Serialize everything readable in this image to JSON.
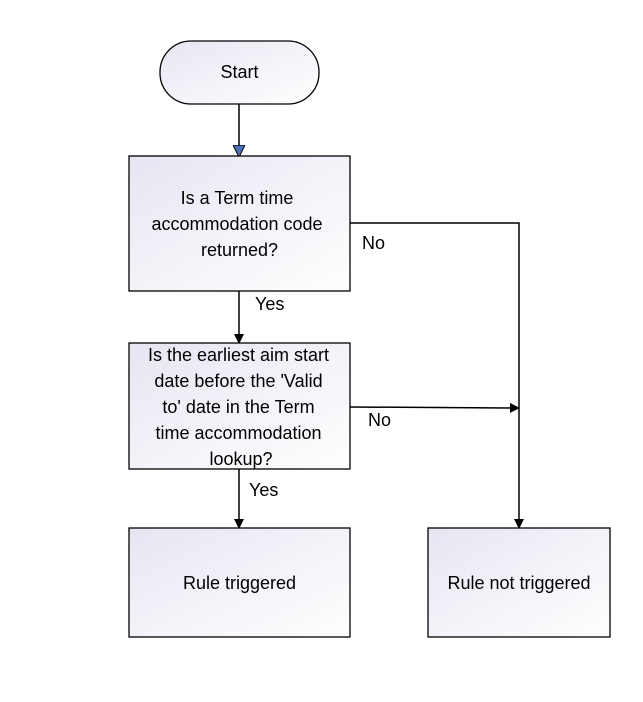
{
  "flowchart": {
    "start": {
      "label": "Start"
    },
    "decision1": {
      "lines": [
        "Is a Term time",
        "accommodation code",
        "returned?"
      ]
    },
    "decision2": {
      "lines": [
        "Is the earliest aim start",
        "date before the 'Valid",
        "to' date in the Term",
        "time accommodation",
        "lookup?"
      ]
    },
    "outcome_triggered": {
      "label": "Rule triggered"
    },
    "outcome_not_triggered": {
      "label": "Rule not triggered"
    },
    "edges": {
      "d1_yes": "Yes",
      "d1_no": "No",
      "d2_yes": "Yes",
      "d2_no": "No"
    },
    "colors": {
      "stroke": "#000000",
      "fill_top": "#e8e8f4",
      "fill_bottom": "#ffffff",
      "start_arrow": "#4b6fb5"
    }
  }
}
